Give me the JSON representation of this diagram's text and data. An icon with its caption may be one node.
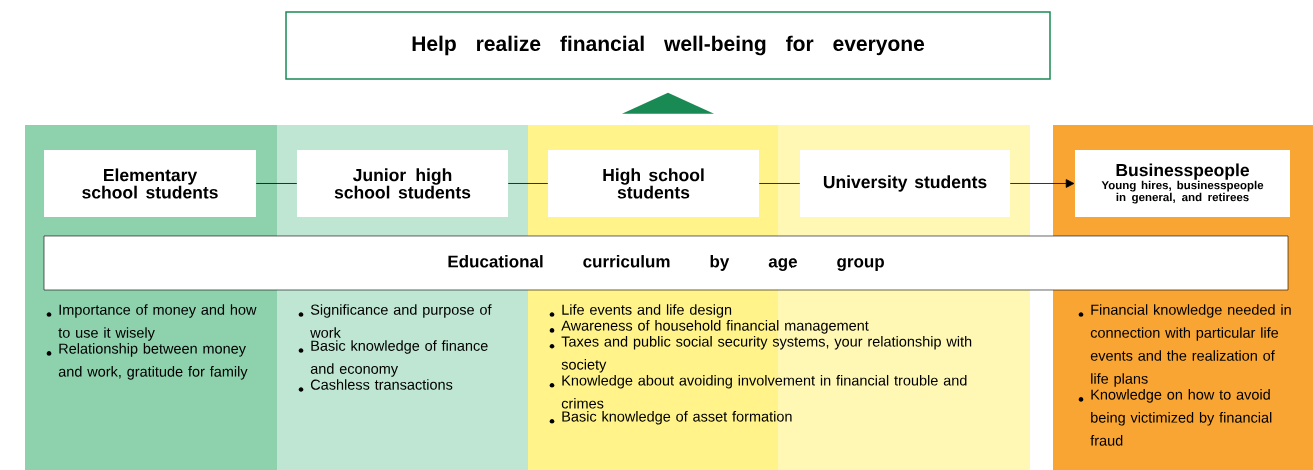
{
  "diagram": {
    "nodes": [
      {
        "text": [
          "Help realize financial well-being for everyone"
        ]
      },
      {
        "text": [
          "Elementary school students"
        ]
      },
      {
        "text": [
          "Junior high school students"
        ]
      },
      {
        "text": [
          "High school students"
        ]
      },
      {
        "text": [
          "University students"
        ]
      },
      {
        "text": [
          "Businesspeople",
          "Young hires, businesspeople in general, and retirees"
        ]
      },
      {
        "text": [
          "Educational curriculum by age group"
        ]
      }
    ],
    "edges": [
      {
        "from": null,
        "to": 0,
        "arrow": "to"
      },
      {
        "from": 1,
        "to": 2,
        "arrow": "none"
      },
      {
        "from": 2,
        "to": 3,
        "arrow": "none"
      },
      {
        "from": 3,
        "to": 4,
        "arrow": "none"
      },
      {
        "from": 4,
        "to": 5,
        "arrow": "to"
      }
    ],
    "labels": [
      "Importance of money and how to use it wisely",
      "Relationship between money and work, gratitude for family",
      "Significance and purpose of work",
      "Basic knowledge of finance and economy",
      "Cashless transactions",
      "Life events and life design",
      "Awareness of household financial management",
      "Taxes and public social security systems, your relationship with society",
      "Knowledge about avoiding involvement in financial trouble and crimes",
      "Basic knowledge of asset formation",
      "Financial knowledge needed in connection with particular life events and the realization of life plans",
      "Knowledge on how to avoid being victimized by financial fraud"
    ]
  }
}
